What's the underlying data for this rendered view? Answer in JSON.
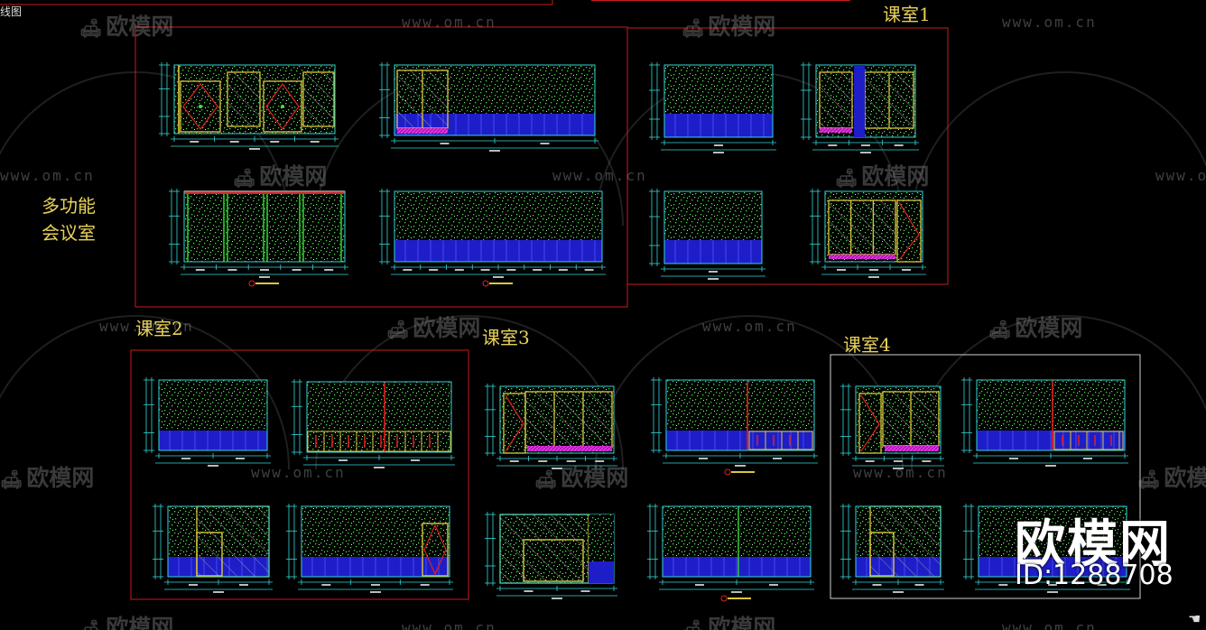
{
  "window": {
    "corner_text": "线图"
  },
  "labels": {
    "multi_function_meeting_room": [
      "多功能",
      "会议室"
    ],
    "classroom_1": "课室1",
    "classroom_2": "课室2",
    "classroom_3": "课室3",
    "classroom_4": "课室4"
  },
  "watermark": {
    "url": "www.om.cn",
    "logo": "欧模网",
    "big_logo": "欧模网",
    "id_text": "ID:1288708"
  },
  "icons": [
    "sofa-logo-icon",
    "hand-cursor-icon"
  ],
  "colors": {
    "background": "#000000",
    "frame_red": "#cc1a1a",
    "frame_white": "#d0d0d0",
    "dimension_cyan": "#33d6d6",
    "speckle_green": "#40e040",
    "panel_blue": "#1e1ec8",
    "door_yellow": "#d9c83a",
    "door_red": "#e02020",
    "label_yellow": "#e8d25a"
  }
}
